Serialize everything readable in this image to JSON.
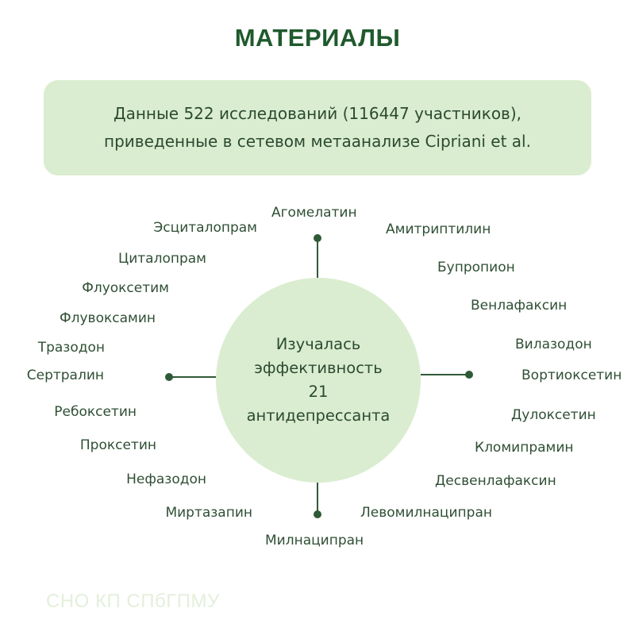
{
  "title": "МАТЕРИАЛЫ",
  "info": {
    "line1": "Данные 522 исследований (116447 участников),",
    "line2": "приведенные в сетевом метаанализе Cipriani et al."
  },
  "center": {
    "line1": "Изучалась",
    "line2": "эффективность",
    "line3": "21",
    "line4": "антидепрессанта"
  },
  "drugs": {
    "top": "Агомелатин",
    "bottom": "Милнаципран",
    "left": [
      "Эсциталопрам",
      "Циталопрам",
      "Флуоксетим",
      "Флувоксамин",
      "Тразодон",
      "Сертралин",
      "Ребоксетин",
      "Проксетин",
      "Нефазодон",
      "Миртазапин"
    ],
    "right": [
      "Амитриптилин",
      "Бупропион",
      "Венлафаксин",
      "Вилазодон",
      "Вортиоксетин",
      "Дулоксетин",
      "Кломипрамин",
      "Десвенлафаксин",
      "Левомилнаципран"
    ]
  },
  "footer": "СНО КП СПбГПМУ",
  "colors": {
    "title": "#1f5a2c",
    "box_fill": "#daedd0",
    "connector": "#2f5a37",
    "footer": "#e3efdb"
  }
}
